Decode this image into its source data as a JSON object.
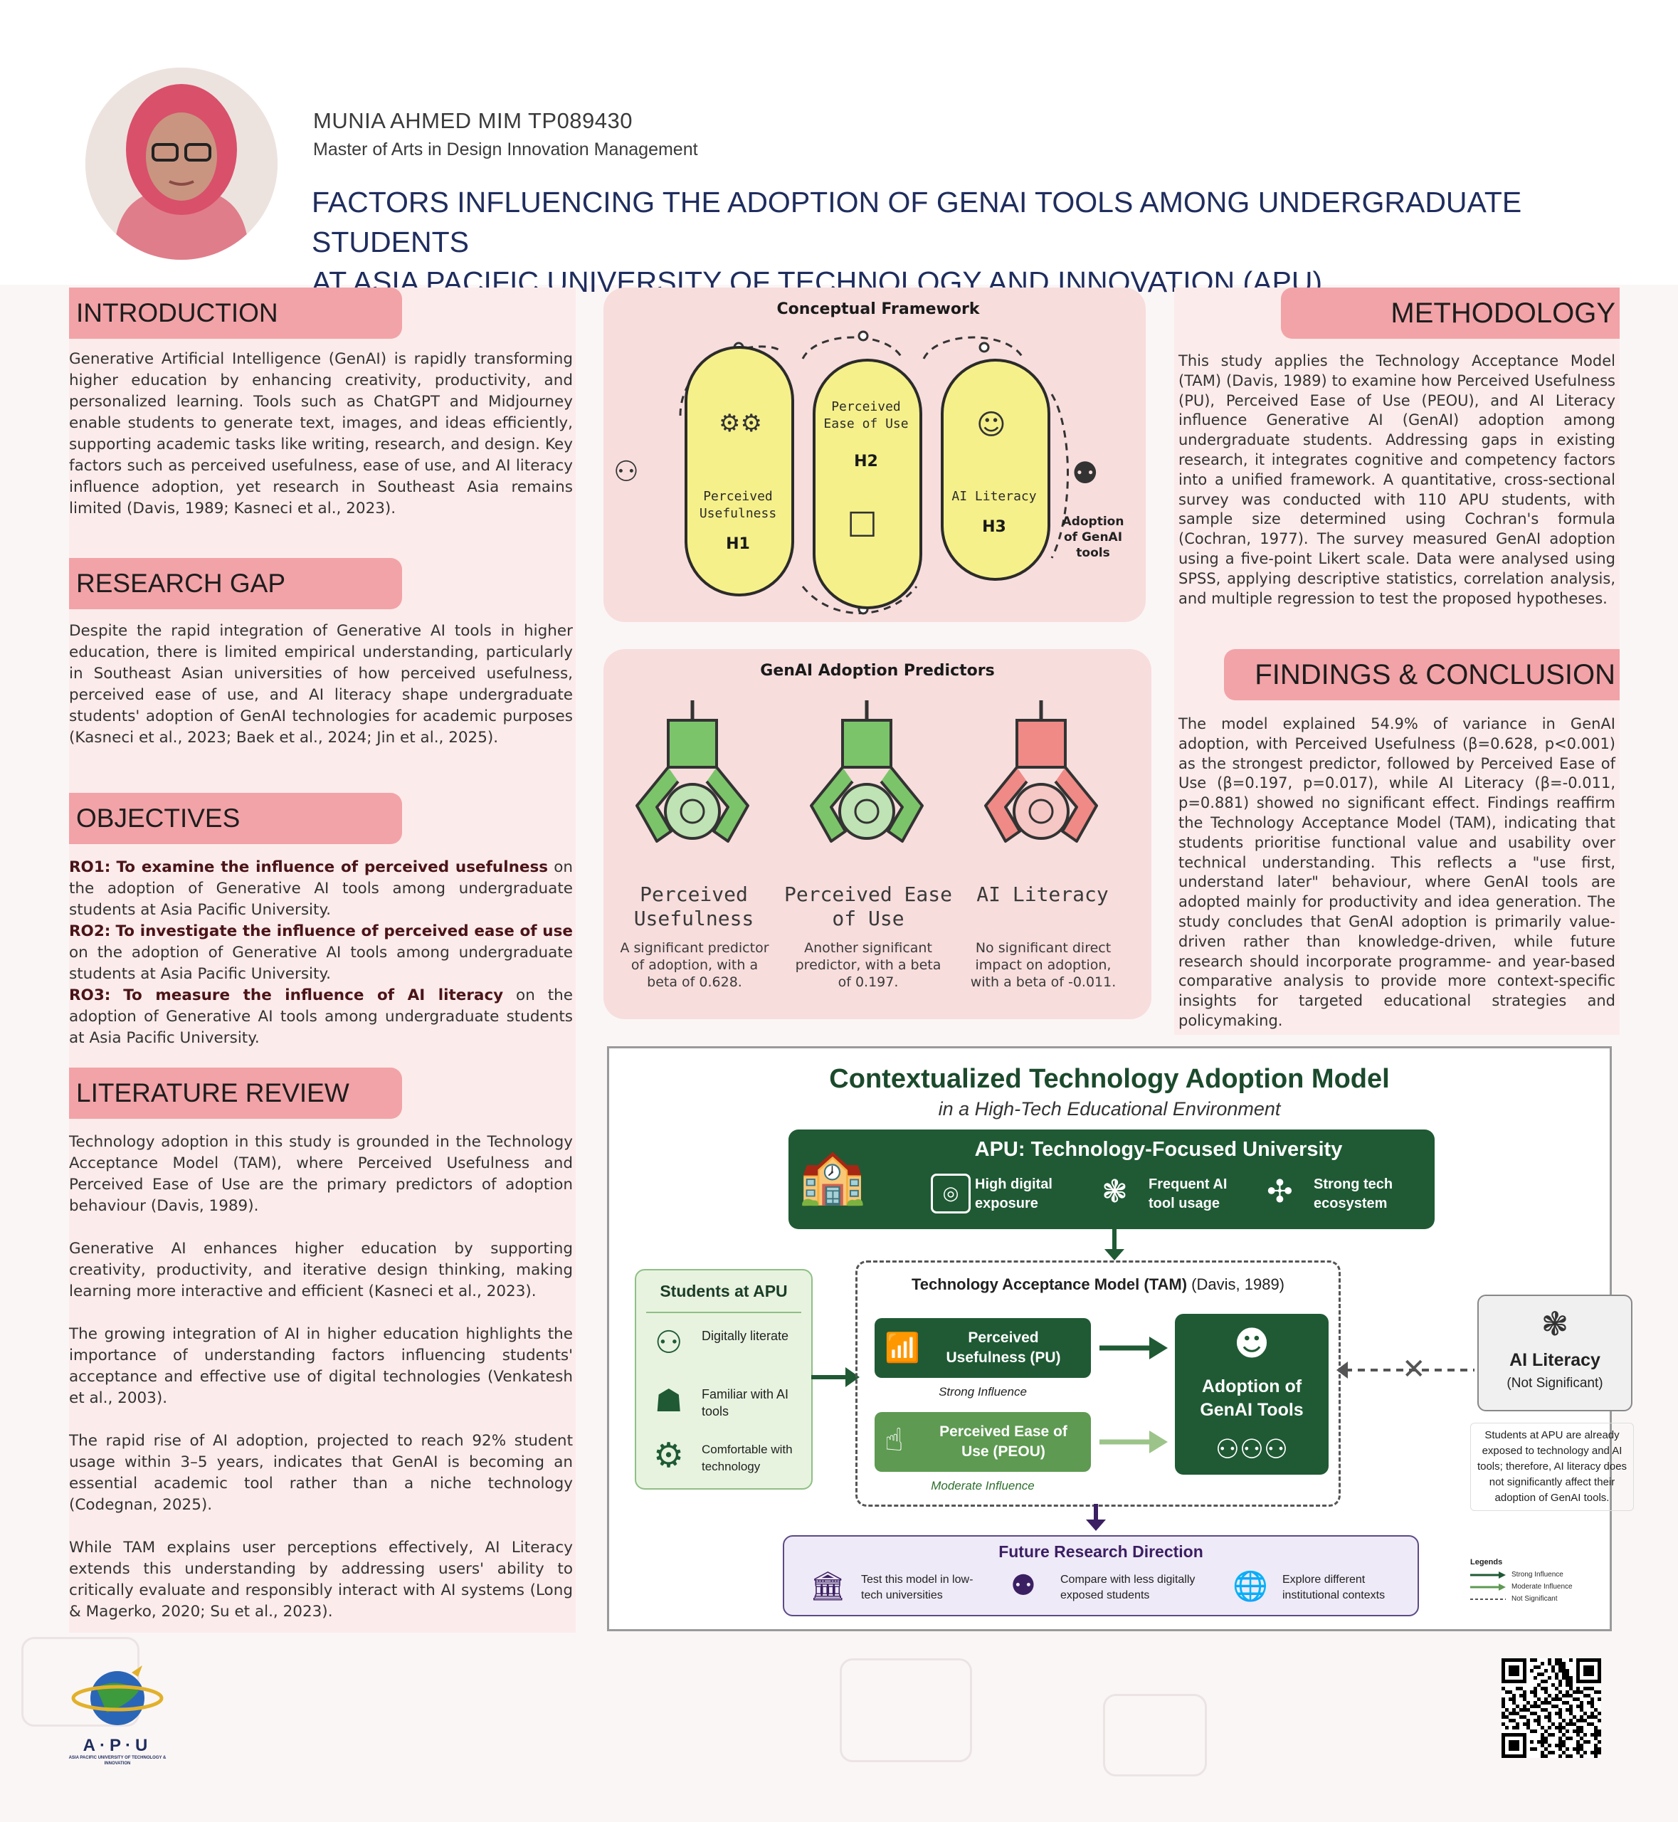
{
  "header": {
    "author": "MUNIA AHMED MIM  TP089430",
    "program": "Master of Arts in Design Innovation Management",
    "title_line1": "FACTORS INFLUENCING THE ADOPTION OF GENAI TOOLS AMONG UNDERGRADUATE STUDENTS",
    "title_line2": "AT ASIA PACIFIC UNIVERSITY OF TECHNOLOGY AND INNOVATION (APU)"
  },
  "sections": {
    "introduction": {
      "heading": "INTRODUCTION",
      "text": "Generative Artificial Intelligence (GenAI) is rapidly transforming higher education by enhancing creativity, productivity, and personalized learning. Tools such as ChatGPT and Midjourney enable students to generate text, images, and ideas efficiently, supporting academic tasks like writing, research, and design. Key factors such as perceived usefulness, ease of use, and AI literacy influence adoption, yet research in Southeast Asia remains limited (Davis, 1989; Kasneci et al., 2023)."
    },
    "research_gap": {
      "heading": "RESEARCH GAP",
      "text": "Despite the rapid integration of Generative AI tools in higher education, there is limited empirical understanding, particularly in Southeast Asian universities of how perceived usefulness, perceived ease of use, and AI literacy shape undergraduate students' adoption of GenAI technologies for academic purposes (Kasneci et al., 2023; Baek et al., 2024; Jin et al., 2025)."
    },
    "objectives": {
      "heading": "OBJECTIVES",
      "ro1_label": "RO1:",
      "ro1_bold": "To examine the influence of perceived usefulness",
      "ro1_rest": " on the adoption of Generative AI tools among undergraduate students at Asia Pacific University.",
      "ro2_label": "RO2:",
      "ro2_bold": "To investigate the influence of perceived ease of use",
      "ro2_rest": " on the adoption of Generative AI tools among undergraduate students at Asia Pacific University.",
      "ro3_label": "RO3:",
      "ro3_bold": "To measure the influence of AI literacy",
      "ro3_rest": " on the adoption of Generative AI tools among undergraduate students at Asia Pacific University."
    },
    "literature_review": {
      "heading": "LITERATURE REVIEW",
      "p1": "Technology adoption in this study is grounded in the Technology Acceptance Model (TAM), where Perceived Usefulness and Perceived Ease of Use are the primary predictors of adoption behaviour (Davis, 1989).",
      "p2": "Generative AI enhances higher education by supporting creativity, productivity, and iterative design thinking, making learning more interactive and efficient (Kasneci et al., 2023).",
      "p3": "The growing integration of AI in higher education highlights the importance of understanding factors influencing students' acceptance and effective use of digital technologies (Venkatesh et al., 2003).",
      "p4": "The rapid rise of AI adoption, projected to reach 92% student usage within 3–5 years, indicates that GenAI is becoming an essential academic tool rather than a niche technology (Codegnan, 2025).",
      "p5": "While TAM explains user perceptions effectively, AI Literacy extends this understanding by addressing users' ability to critically evaluate and responsibly interact with AI systems (Long & Magerko, 2020; Su et al., 2023)."
    },
    "methodology": {
      "heading": "METHODOLOGY",
      "text": "This study applies the Technology Acceptance Model (TAM) (Davis, 1989) to examine how Perceived Usefulness (PU), Perceived Ease of Use (PEOU), and AI Literacy influence Generative AI (GenAI) adoption among undergraduate students. Addressing gaps in existing research, it integrates cognitive and competency factors into a unified framework. A quantitative, cross-sectional survey was conducted with 110 APU students, with sample size determined using Cochran's formula (Cochran, 1977). The survey measured GenAI adoption using a five-point Likert scale. Data were analysed using SPSS, applying descriptive statistics, correlation analysis, and multiple regression to test the proposed hypotheses."
    },
    "findings": {
      "heading": "FINDINGS & CONCLUSION",
      "text": "The model explained 54.9% of variance in GenAI adoption, with Perceived Usefulness (β=0.628, p<0.001) as the strongest predictor, followed by Perceived Ease of Use (β=0.197, p=0.017), while AI Literacy (β=-0.011, p=0.881) showed no significant effect. Findings reaffirm the Technology Acceptance Model (TAM), indicating that students prioritise functional value and usability over technical understanding. This reflects a \"use first, understand later\" behaviour, where GenAI tools are adopted mainly for productivity and idea generation. The study concludes that GenAI adoption is primarily value-driven rather than knowledge-driven, while future research should incorporate programme- and year-based comparative analysis to provide more context-specific insights for targeted educational strategies and policymaking."
    }
  },
  "framework": {
    "title": "Conceptual Framework",
    "pu": "Perceived Usefulness",
    "h1": "H1",
    "peou": "Perceived Ease of Use",
    "h2": "H2",
    "ail": "AI Literacy",
    "h3": "H3",
    "outcome": "Adoption of GenAI tools"
  },
  "predictors": {
    "title": "GenAI Adoption Predictors",
    "items": [
      {
        "name": "Perceived Usefulness",
        "desc": "A significant predictor of adoption, with a beta of 0.628.",
        "color": "#7cc46a"
      },
      {
        "name": "Perceived Ease of Use",
        "desc": "Another significant predictor, with a beta of 0.197.",
        "color": "#7cc46a"
      },
      {
        "name": "AI Literacy",
        "desc": "No significant direct impact on adoption, with a beta of -0.011.",
        "color": "#ef8a86"
      }
    ]
  },
  "model": {
    "title": "Contextualized Technology Adoption Model",
    "subtitle": "in a High-Tech Educational Environment",
    "apu_title": "APU: Technology-Focused University",
    "apu_items": [
      "High digital exposure",
      "Frequent AI tool usage",
      "Strong tech ecosystem"
    ],
    "students_title": "Students at APU",
    "students_items": [
      "Digitally literate",
      "Familiar with AI tools",
      "Comfortable with technology"
    ],
    "tam_title": "Technology Acceptance Model (TAM)",
    "tam_cite": "(Davis, 1989)",
    "pu_label": "Perceived Usefulness (PU)",
    "pu_note": "Strong Influence",
    "peou_label": "Perceived Ease of Use (PEOU)",
    "peou_note": "Moderate Influence",
    "adoption_label": "Adoption of GenAI Tools",
    "ail_title": "AI Literacy",
    "ail_sub": "(Not Significant)",
    "ail_note": "Students at APU are already exposed to technology and AI tools; therefore, AI literacy does not significantly affect their adoption of GenAI tools.",
    "future_title": "Future Research Direction",
    "future_items": [
      "Test this model in low-tech universities",
      "Compare with less digitally exposed students",
      "Explore different institutional contexts"
    ],
    "legend_title": "Legends",
    "legend_items": [
      "Strong Influence",
      "Moderate Influence",
      "Not Significant"
    ]
  },
  "logo": {
    "text": "A·P·U",
    "sub": "ASIA PACIFIC UNIVERSITY OF TECHNOLOGY & INNOVATION"
  },
  "colors": {
    "accent_pink": "#f2a3a7",
    "panel_pink": "#fcebeb",
    "dark_green": "#1f5a34",
    "title_navy": "#1f2d5e"
  }
}
